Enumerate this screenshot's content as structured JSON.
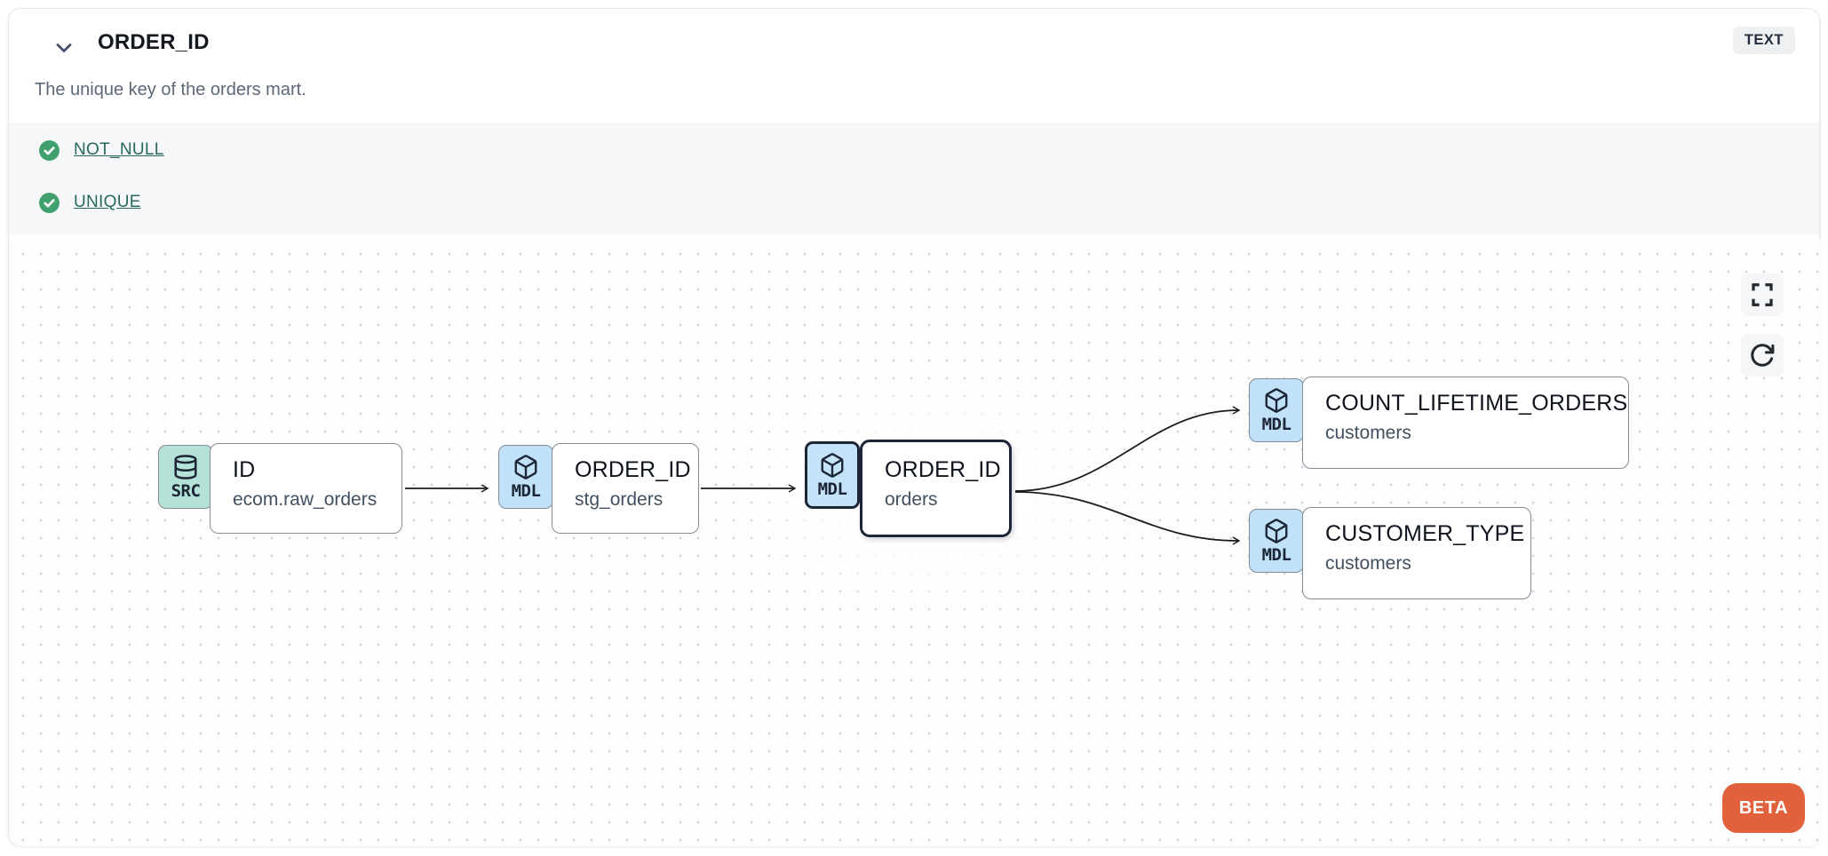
{
  "header": {
    "title": "ORDER_ID",
    "type_badge": "TEXT",
    "description": "The unique key of the orders mart."
  },
  "tests": [
    {
      "name": "NOT_NULL",
      "status": "passed",
      "icon": "check-circle-icon"
    },
    {
      "name": "UNIQUE",
      "status": "passed",
      "icon": "check-circle-icon"
    }
  ],
  "lineage": {
    "beta_label": "BETA",
    "controls": [
      {
        "name": "fullscreen"
      },
      {
        "name": "refresh"
      }
    ],
    "nodes": [
      {
        "id": "source",
        "badge": "SRC",
        "icon": "database-icon",
        "title": "ID",
        "subtitle": "ecom.raw_orders",
        "selected": false
      },
      {
        "id": "staging",
        "badge": "MDL",
        "icon": "model-cube-icon",
        "title": "ORDER_ID",
        "subtitle": "stg_orders",
        "selected": false
      },
      {
        "id": "mart",
        "badge": "MDL",
        "icon": "model-cube-icon",
        "title": "ORDER_ID",
        "subtitle": "orders",
        "selected": true
      },
      {
        "id": "count_lifetime_orders",
        "badge": "MDL",
        "icon": "model-cube-icon",
        "title": "COUNT_LIFETIME_ORDERS",
        "subtitle": "customers",
        "selected": false
      },
      {
        "id": "customer_type",
        "badge": "MDL",
        "icon": "model-cube-icon",
        "title": "CUSTOMER_TYPE",
        "subtitle": "customers",
        "selected": false
      }
    ],
    "edges": [
      {
        "from": "source",
        "to": "staging"
      },
      {
        "from": "staging",
        "to": "mart"
      },
      {
        "from": "mart",
        "to": "count_lifetime_orders"
      },
      {
        "from": "mart",
        "to": "customer_type"
      }
    ]
  },
  "colors": {
    "source_badge_bg": "#b4e1d8",
    "model_badge_bg": "#c0e1f7",
    "test_link": "#27695c",
    "check_green": "#41a16e",
    "beta_orange": "#e0613c",
    "selected_border": "#1c2636",
    "node_border": "#858c97",
    "tests_section_bg": "#f6f7f8"
  }
}
